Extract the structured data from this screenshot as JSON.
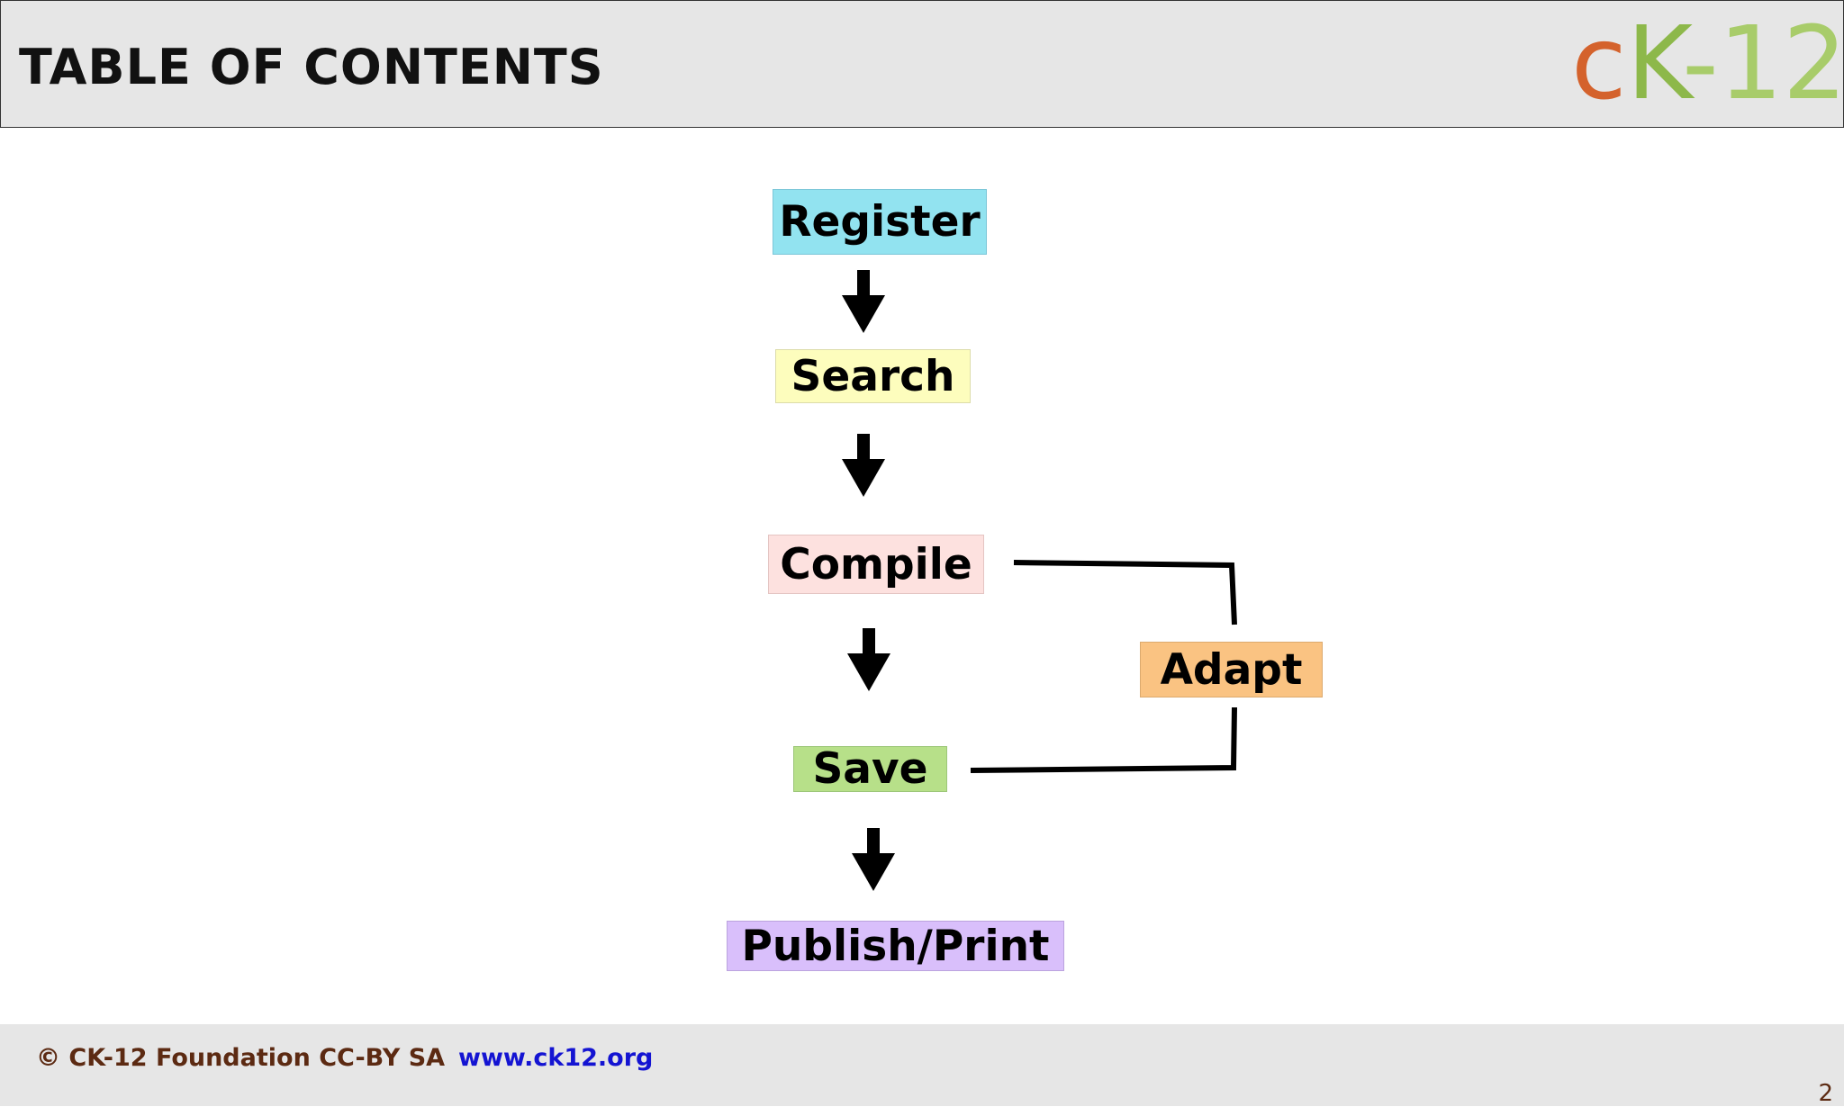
{
  "header": {
    "title": "TABLE OF CONTENTS"
  },
  "logo": {
    "text": "cK-12",
    "colors": {
      "c": "#d4622c",
      "k": "#8db84a",
      "dash_12": "#a8cc6a"
    }
  },
  "steps": {
    "register": "Register",
    "search": "Search",
    "compile": "Compile",
    "adapt": "Adapt",
    "save": "Save",
    "publish": "Publish/Print"
  },
  "colors": {
    "register": "#92e3f0",
    "search": "#fdfdbd",
    "compile": "#fde1df",
    "adapt": "#fac382",
    "save": "#b7e089",
    "publish": "#d9bffb"
  },
  "footer": {
    "copyright": "© CK-12 Foundation CC-BY SA",
    "url": "www.ck12.org",
    "page_number": "2"
  }
}
